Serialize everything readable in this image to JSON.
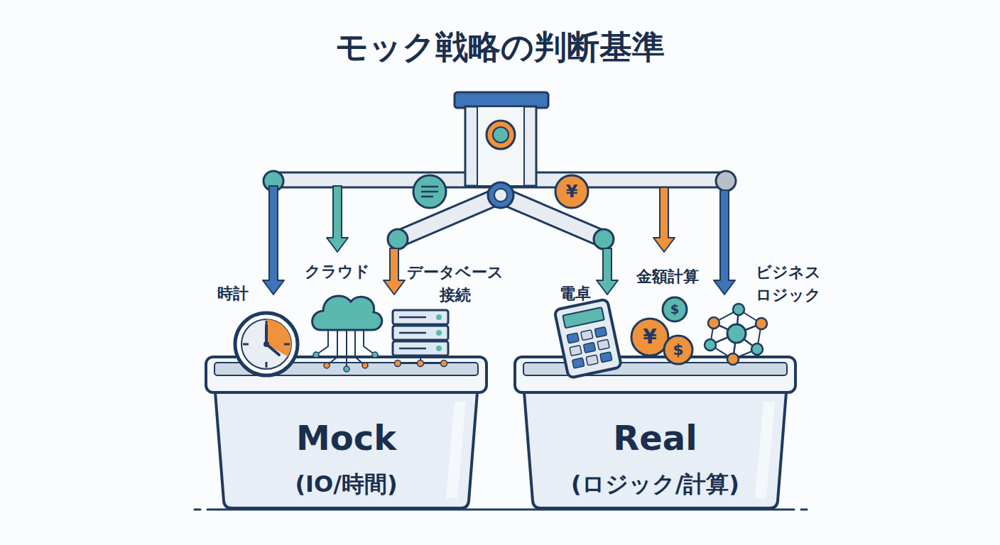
{
  "diagram": {
    "title": "モック戦略の判断基準",
    "nodes": [
      {
        "text": [
          "時計"
        ]
      },
      {
        "text": [
          "クラウド"
        ]
      },
      {
        "text": [
          "データベース 接続"
        ]
      },
      {
        "text": [
          "電卓"
        ]
      },
      {
        "text": [
          "金額計算"
        ]
      },
      {
        "text": [
          "ビジネス ロジック"
        ]
      },
      {
        "text": [
          "Mock",
          "(IO/時間)"
        ]
      },
      {
        "text": [
          "Real",
          "(ロジック/計算)"
        ]
      }
    ],
    "labels": [
      "¥",
      "¥",
      "$",
      "$"
    ]
  }
}
